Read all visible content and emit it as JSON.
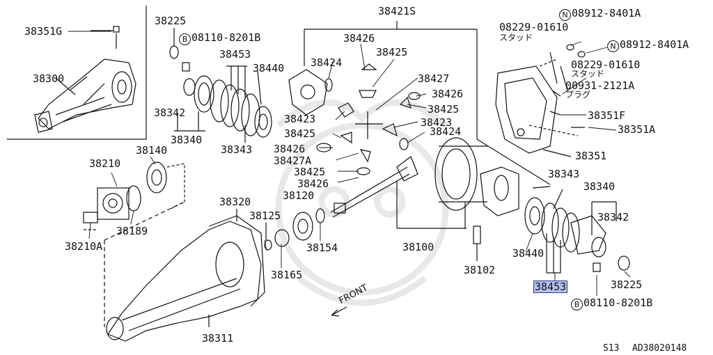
{
  "diagram": {
    "footer": {
      "series": "S13",
      "ref_code": "AD38020148"
    },
    "front_label": "FRONT",
    "labels": {
      "l38351G": "38351G",
      "l38300": "38300",
      "l38225a": "38225",
      "l08110a": "08110-8201B",
      "l38453a": "38453",
      "l38440a": "38440",
      "l38342a": "38342",
      "l38340a": "38340",
      "l38343a": "38343",
      "l38421S": "38421S",
      "l38426a": "38426",
      "l38425a": "38425",
      "l38424a": "38424",
      "l38427": "38427",
      "l38426b": "38426",
      "l38425b": "38425",
      "l38423a": "38423",
      "l38423b": "38423",
      "l38424b": "38424",
      "l38425c": "38425",
      "l38426c": "38426",
      "l38427A": "38427A",
      "l38425d": "38425",
      "l38426d": "38426",
      "l38140": "38140",
      "l38210": "38210",
      "l38189": "38189",
      "l38210A": "38210A",
      "l38320": "38320",
      "l38125": "38125",
      "l38120": "38120",
      "l38154": "38154",
      "l38165": "38165",
      "l38311": "38311",
      "l38100": "38100",
      "l38102": "38102",
      "l08229a": "08229-01610",
      "stud_a": "スタッド",
      "l08912a": "08912-8401A",
      "l08912b": "08912-8401A",
      "l08229b": "08229-01610",
      "stud_b": "スタッド",
      "l00931": "00931-2121A",
      "plug": "プラグ",
      "l38351F": "38351F",
      "l38351A": "38351A",
      "l38351": "38351",
      "l38343b": "38343",
      "l38340b": "38340",
      "l38342b": "38342",
      "l38440b": "38440",
      "l38453b": "38453",
      "l38225b": "38225",
      "l08110b": "08110-8201B"
    },
    "circled": {
      "B": "B",
      "N": "N"
    }
  }
}
